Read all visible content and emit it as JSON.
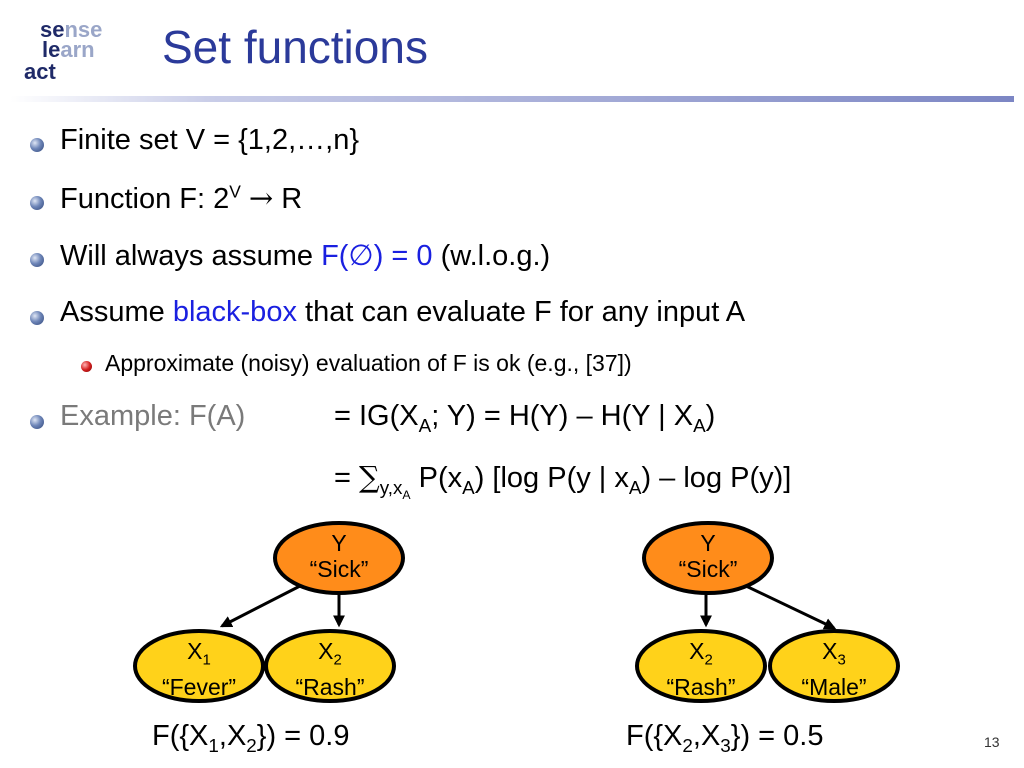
{
  "logo": {
    "line1": "sense",
    "line2": "learn",
    "line3": "act"
  },
  "title": "Set functions",
  "bullets": {
    "b1": "Finite set V = {1,2,…,n}",
    "b2_pre": "Function F: 2",
    "b2_sup": "V",
    "b2_arrow": "→",
    "b2_post": " R",
    "b3_pre": "Will always assume ",
    "b3_blue": "F(∅) = 0",
    "b3_post": " (w.l.o.g.)",
    "b4_pre": "Assume ",
    "b4_blue": "black-box",
    "b4_post": " that can evaluate F for any input A",
    "sub1": "Approximate (noisy) evaluation of F is ok (e.g., [37])",
    "b5_label": "Example: F(A)",
    "b5_eq1_a": "= IG(X",
    "b5_eq1_sub1": "A",
    "b5_eq1_b": "; Y) = H(Y) – H(Y | X",
    "b5_eq1_sub2": "A",
    "b5_eq1_c": ")",
    "b5_eq2_a": "= ",
    "b5_eq2_sigma": "∑",
    "b5_eq2_sub": "y,x",
    "b5_eq2_subsub": "A",
    "b5_eq2_b": " P(x",
    "b5_eq2_sub2": "A",
    "b5_eq2_c": ") [log P(y | x",
    "b5_eq2_sub3": "A",
    "b5_eq2_d": ") – log P(y)]"
  },
  "graph_left": {
    "y": {
      "name": "Y",
      "label": "“Sick”"
    },
    "a": {
      "name": "X",
      "sub": "1",
      "label": "“Fever”"
    },
    "b": {
      "name": "X",
      "sub": "2",
      "label": "“Rash”"
    },
    "caption": {
      "pre": "F({X",
      "s1": "1",
      "mid": ",X",
      "s2": "2",
      "post": "}) = 0.9"
    }
  },
  "graph_right": {
    "y": {
      "name": "Y",
      "label": "“Sick”"
    },
    "a": {
      "name": "X",
      "sub": "2",
      "label": "“Rash”"
    },
    "b": {
      "name": "X",
      "sub": "3",
      "label": "“Male”"
    },
    "caption": {
      "pre": "F({X",
      "s1": "2",
      "mid": ",X",
      "s2": "3",
      "post": "}) = 0.5"
    }
  },
  "colors": {
    "title": "#2b3a9a",
    "highlight": "#1a20e0",
    "node_y": "#ff8c1a",
    "node_x": "#ffd21a"
  },
  "page_number": "13"
}
